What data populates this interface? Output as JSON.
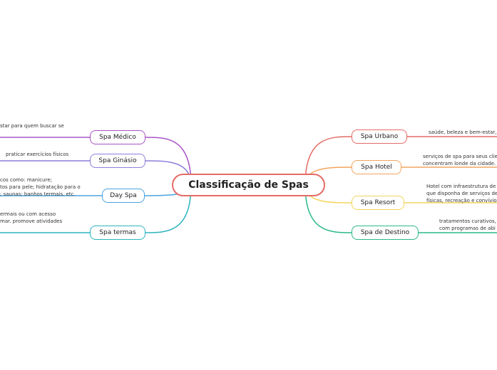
{
  "root": {
    "label": "Classificação de Spas",
    "color": "#e46b66"
  },
  "left": [
    {
      "label": "Spa Médico",
      "color": "#a855c7",
      "note": [
        "star para quem buscar se"
      ]
    },
    {
      "label": "Spa Ginásio",
      "color": "#8b7fd9",
      "note": [
        "praticar exercícios físicos"
      ]
    },
    {
      "label": "Day Spa",
      "color": "#4aa3df",
      "note": [
        "cos como: manicure;",
        "tos para pele; hidratação para o",
        "; saunas; banhos termais. etc."
      ]
    },
    {
      "label": "Spa termas",
      "color": "#2bb3c0",
      "note": [
        "ermais ou com acesso",
        "mar. promove atividades"
      ]
    }
  ],
  "right": [
    {
      "label": "Spa Urbano",
      "color": "#e46b66",
      "note": [
        "saúde, beleza e bem-estar,"
      ]
    },
    {
      "label": "Spa Hotel",
      "color": "#f4a460",
      "note": [
        "serviços de spa para seus clie",
        "concentram londe da cidade."
      ]
    },
    {
      "label": "Spa Resort",
      "color": "#f2d55c",
      "note": [
        "Hotel com infraestrutura de l",
        "que disponha de serviços de",
        "físicas, recreação e convívio"
      ]
    },
    {
      "label": "Spa de Destino",
      "color": "#2bb98a",
      "note": [
        "tratamentos curativos, ",
        "com programas de abi"
      ]
    }
  ]
}
